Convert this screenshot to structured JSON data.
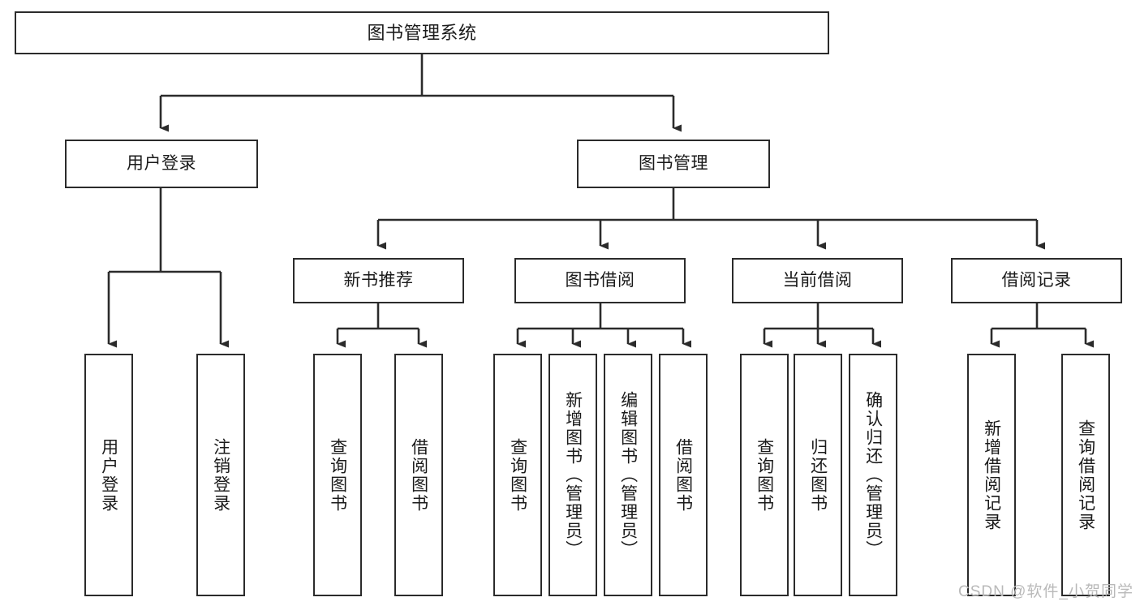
{
  "diagram": {
    "title": "图书管理系统",
    "type": "tree-hierarchy",
    "watermark": "CSDN @软件_小贺同学",
    "colors": {
      "box_border": "#2b2b2b",
      "box_fill": "#ffffff",
      "edge": "#2b2b2b",
      "text": "#1a1a1a",
      "watermark": "#b9b9b9",
      "background": "#ffffff"
    },
    "nodes": {
      "root": {
        "label": "图书管理系统"
      },
      "level2": [
        {
          "id": "user-login",
          "label": "用户登录"
        },
        {
          "id": "book-management",
          "label": "图书管理"
        }
      ],
      "level3": [
        {
          "id": "new-book-recommend",
          "label": "新书推荐"
        },
        {
          "id": "book-borrow",
          "label": "图书借阅"
        },
        {
          "id": "current-borrow",
          "label": "当前借阅"
        },
        {
          "id": "borrow-record",
          "label": "借阅记录"
        }
      ],
      "leaves": {
        "user-login": [
          {
            "id": "leaf-user-login",
            "label": "用户登录"
          },
          {
            "id": "leaf-logout-login",
            "label": "注销登录"
          }
        ],
        "new-book-recommend": [
          {
            "id": "leaf-query-book-1",
            "label": "查询图书"
          },
          {
            "id": "leaf-borrow-book-1",
            "label": "借阅图书"
          }
        ],
        "book-borrow": [
          {
            "id": "leaf-query-book-2",
            "label": "查询图书"
          },
          {
            "id": "leaf-add-book",
            "label": "新增图书（管理员）"
          },
          {
            "id": "leaf-edit-book",
            "label": "编辑图书（管理员）"
          },
          {
            "id": "leaf-borrow-book-2",
            "label": "借阅图书"
          }
        ],
        "current-borrow": [
          {
            "id": "leaf-query-book-3",
            "label": "查询图书"
          },
          {
            "id": "leaf-return-book",
            "label": "归还图书"
          },
          {
            "id": "leaf-confirm-return",
            "label": "确认归还（管理员）"
          }
        ],
        "borrow-record": [
          {
            "id": "leaf-add-record",
            "label": "新增借阅记录"
          },
          {
            "id": "leaf-query-record",
            "label": "查询借阅记录"
          }
        ]
      }
    }
  }
}
